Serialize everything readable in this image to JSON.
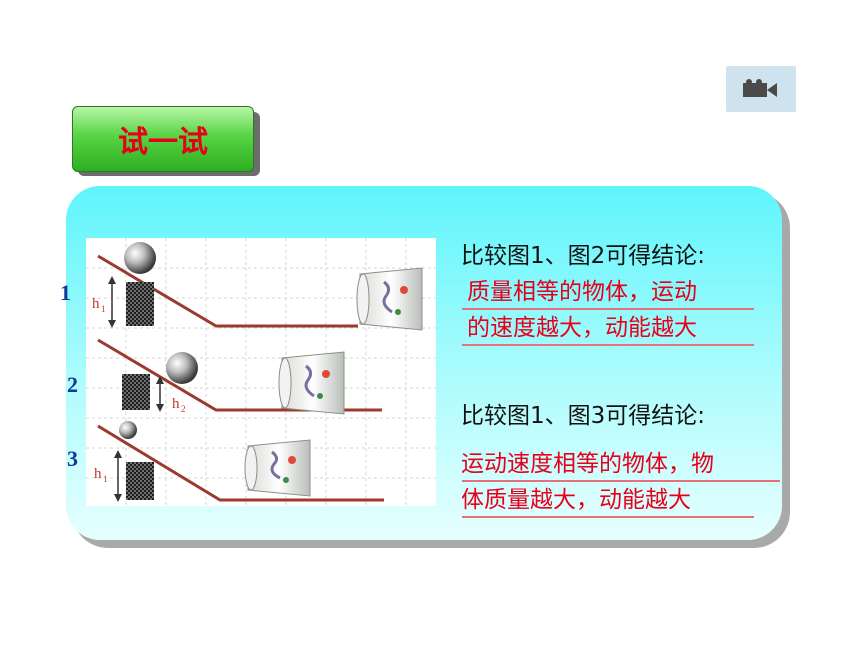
{
  "title_button": {
    "label": "试一试"
  },
  "video_button": {
    "icon": "video-camera-icon"
  },
  "figure": {
    "row_numbers": [
      "1",
      "2",
      "3"
    ],
    "height_labels": {
      "h1": "h",
      "h1_sub": "1",
      "h2": "h",
      "h2_sub": "2"
    }
  },
  "conclusions": [
    {
      "heading": "比较图1、图2可得结论:",
      "lines": [
        "质量相等的物体，运动",
        "的速度越大，动能越大"
      ]
    },
    {
      "heading": "比较图1、图3可得结论:",
      "lines": [
        "运动速度相等的物体，物",
        "体质量越大，动能越大"
      ]
    }
  ],
  "colors": {
    "accent_red": "#e8001a",
    "panel_cyan": "#5ef5fb",
    "ramp_brown": "#9b3a2f",
    "number_blue": "#0f3a9c"
  }
}
